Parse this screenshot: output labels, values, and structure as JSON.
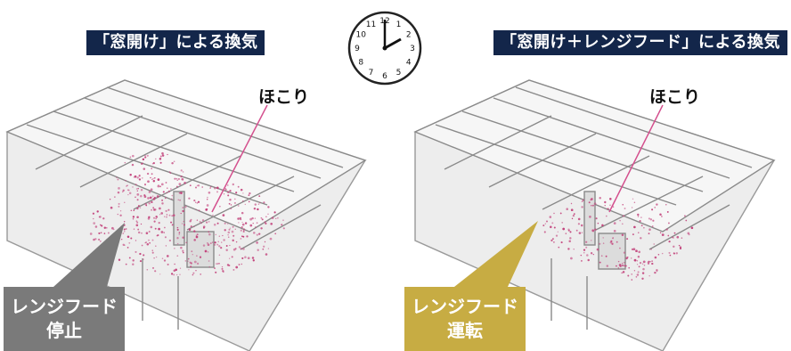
{
  "left_panel": {
    "title": "「窓開け」による換気",
    "dust_label": "ほこり",
    "callout": {
      "line1": "レンジフード",
      "line2": "停止",
      "color": "#7a7a7a"
    }
  },
  "right_panel": {
    "title": "「窓開け＋レンジフード」による換気",
    "dust_label": "ほこり",
    "callout": {
      "line1": "レンジフード",
      "line2": "運転",
      "color": "#c7ac43"
    }
  },
  "clock": {
    "numbers": [
      "12",
      "1",
      "2",
      "3",
      "4",
      "5",
      "6",
      "7",
      "8",
      "9",
      "10",
      "11"
    ],
    "time_shown": "2:00"
  },
  "colors": {
    "banner": "#13264a",
    "dust": "#c2417a",
    "leader_line": "#d4508e"
  }
}
